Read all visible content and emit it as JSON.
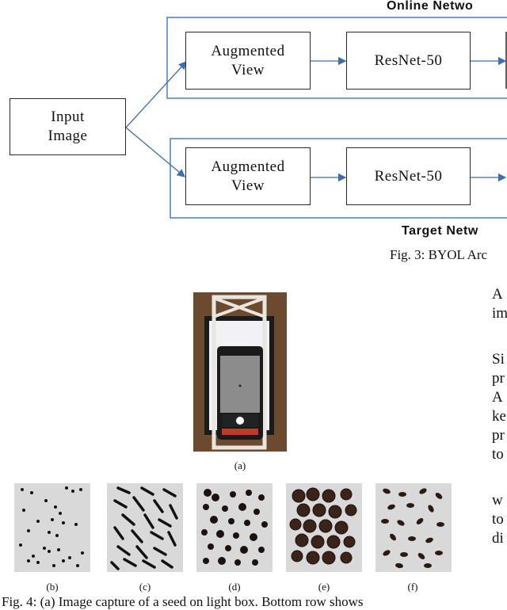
{
  "diagram": {
    "online_label": "Online Netwo",
    "target_label": "Target Netw",
    "input": "Input\nImage",
    "aug_top": "Augmented\nView",
    "aug_bottom": "Augmented\nView",
    "resnet_top": "ResNet-50",
    "resnet_bottom": "ResNet-50"
  },
  "fig3_caption": "Fig. 3: BYOL Arc",
  "fig4": {
    "labels": [
      "(a)",
      "(b)",
      "(c)",
      "(d)",
      "(e)",
      "(f)"
    ],
    "caption": "Fig. 4: (a) Image capture of a seed on light box. Bottom row shows"
  },
  "body_text": [
    "A",
    "im",
    "Si",
    "pr",
    "A",
    "ke",
    "pr",
    "to",
    "w",
    "to",
    "di"
  ]
}
